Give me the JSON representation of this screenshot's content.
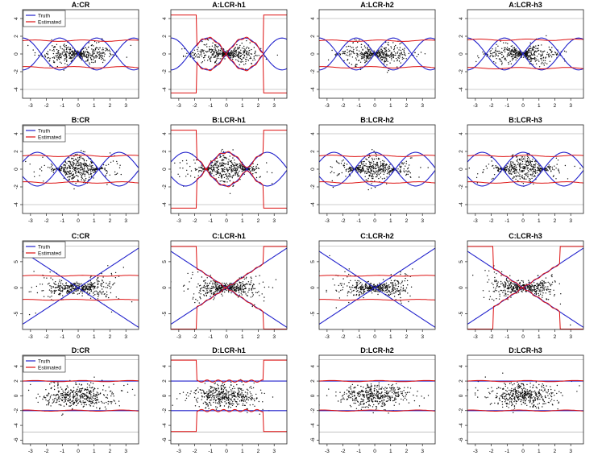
{
  "legend": {
    "truth_label": "Truth",
    "estimated_label": "Estimated",
    "truth_color": "#2222cc",
    "estimated_color": "#dd1111"
  },
  "colors": {
    "points": "#111111",
    "frame": "#222222",
    "refline": "#bbbbbb"
  },
  "chart_data": [
    {
      "type": "scatter",
      "title": "A:CR",
      "scenario": "A",
      "method": "CR",
      "truth": "sine",
      "estimated": "flat",
      "xlim": [
        -3.5,
        3.8
      ],
      "ylim": [
        -5,
        5
      ],
      "xticks": [
        "-3",
        "-2",
        "-1",
        "0",
        "1",
        "2",
        "3"
      ],
      "yticks": [
        "4",
        "2",
        "0",
        "-2",
        "-4"
      ],
      "refline": 4,
      "flat_level": 1.5,
      "show_legend": true
    },
    {
      "type": "scatter",
      "title": "A:LCR-h1",
      "scenario": "A",
      "method": "LCR-h1",
      "truth": "sine",
      "estimated": "step",
      "xlim": [
        -3.5,
        3.8
      ],
      "ylim": [
        -5,
        5
      ],
      "xticks": [
        "-3",
        "-2",
        "-1",
        "0",
        "1",
        "2",
        "3"
      ],
      "yticks": [
        "4",
        "2",
        "0",
        "-2",
        "-4"
      ],
      "refline": 4,
      "flat_level": 1.5,
      "show_legend": false
    },
    {
      "type": "scatter",
      "title": "A:LCR-h2",
      "scenario": "A",
      "method": "LCR-h2",
      "truth": "sine",
      "estimated": "flat",
      "xlim": [
        -3.5,
        3.8
      ],
      "ylim": [
        -5,
        5
      ],
      "xticks": [
        "-3",
        "-2",
        "-1",
        "0",
        "1",
        "2",
        "3"
      ],
      "yticks": [
        "4",
        "2",
        "0",
        "-2",
        "-4"
      ],
      "refline": 4,
      "flat_level": 1.5,
      "show_legend": false
    },
    {
      "type": "scatter",
      "title": "A:LCR-h3",
      "scenario": "A",
      "method": "LCR-h3",
      "truth": "sine",
      "estimated": "flat",
      "xlim": [
        -3.5,
        3.8
      ],
      "ylim": [
        -5,
        5
      ],
      "xticks": [
        "-3",
        "-2",
        "-1",
        "0",
        "1",
        "2",
        "3"
      ],
      "yticks": [
        "4",
        "2",
        "0",
        "-2",
        "-4"
      ],
      "refline": 4,
      "flat_level": 1.6,
      "show_legend": false
    },
    {
      "type": "scatter",
      "title": "B:CR",
      "scenario": "B",
      "method": "CR",
      "truth": "cos",
      "estimated": "flat",
      "xlim": [
        -3.5,
        3.8
      ],
      "ylim": [
        -5,
        5
      ],
      "xticks": [
        "-3",
        "-2",
        "-1",
        "0",
        "1",
        "2",
        "3"
      ],
      "yticks": [
        "4",
        "2",
        "0",
        "-2",
        "-4"
      ],
      "refline": 4,
      "flat_level": 1.5,
      "show_legend": true
    },
    {
      "type": "scatter",
      "title": "B:LCR-h1",
      "scenario": "B",
      "method": "LCR-h1",
      "truth": "cos",
      "estimated": "step",
      "xlim": [
        -3.5,
        3.8
      ],
      "ylim": [
        -5,
        5
      ],
      "xticks": [
        "-3",
        "-2",
        "-1",
        "0",
        "1",
        "2",
        "3"
      ],
      "yticks": [
        "4",
        "2",
        "0",
        "-2",
        "-4"
      ],
      "refline": 4,
      "flat_level": 1.5,
      "show_legend": false
    },
    {
      "type": "scatter",
      "title": "B:LCR-h2",
      "scenario": "B",
      "method": "LCR-h2",
      "truth": "cos",
      "estimated": "flat",
      "xlim": [
        -3.5,
        3.8
      ],
      "ylim": [
        -5,
        5
      ],
      "xticks": [
        "-3",
        "-2",
        "-1",
        "0",
        "1",
        "2",
        "3"
      ],
      "yticks": [
        "4",
        "2",
        "0",
        "-2",
        "-4"
      ],
      "refline": 4,
      "flat_level": 1.5,
      "show_legend": false
    },
    {
      "type": "scatter",
      "title": "B:LCR-h3",
      "scenario": "B",
      "method": "LCR-h3",
      "truth": "cos",
      "estimated": "flat",
      "xlim": [
        -3.5,
        3.8
      ],
      "ylim": [
        -5,
        5
      ],
      "xticks": [
        "-3",
        "-2",
        "-1",
        "0",
        "1",
        "2",
        "3"
      ],
      "yticks": [
        "4",
        "2",
        "0",
        "-2",
        "-4"
      ],
      "refline": 4,
      "flat_level": 1.5,
      "show_legend": false
    },
    {
      "type": "scatter",
      "title": "C:CR",
      "scenario": "C",
      "method": "CR",
      "truth": "linear",
      "estimated": "flat",
      "xlim": [
        -3.5,
        3.8
      ],
      "ylim": [
        -8,
        9
      ],
      "xticks": [
        "-3",
        "-2",
        "-1",
        "0",
        "1",
        "2",
        "3"
      ],
      "yticks": [
        "5",
        "0",
        "-5"
      ],
      "refline": 8,
      "flat_level": 2.3,
      "show_legend": true
    },
    {
      "type": "scatter",
      "title": "C:LCR-h1",
      "scenario": "C",
      "method": "LCR-h1",
      "truth": "linear",
      "estimated": "step",
      "xlim": [
        -3.5,
        3.8
      ],
      "ylim": [
        -8,
        9
      ],
      "xticks": [
        "-3",
        "-2",
        "-1",
        "0",
        "1",
        "2",
        "3"
      ],
      "yticks": [
        "5",
        "0",
        "-5"
      ],
      "refline": 8,
      "flat_level": 2.3,
      "show_legend": false
    },
    {
      "type": "scatter",
      "title": "C:LCR-h2",
      "scenario": "C",
      "method": "LCR-h2",
      "truth": "linear",
      "estimated": "flat",
      "xlim": [
        -3.5,
        3.8
      ],
      "ylim": [
        -8,
        9
      ],
      "xticks": [
        "-3",
        "-2",
        "-1",
        "0",
        "1",
        "2",
        "3"
      ],
      "yticks": [
        "5",
        "0",
        "-5"
      ],
      "refline": 8,
      "flat_level": 2.3,
      "show_legend": false
    },
    {
      "type": "scatter",
      "title": "C:LCR-h3",
      "scenario": "C",
      "method": "LCR-h3",
      "truth": "linear",
      "estimated": "step",
      "xlim": [
        -3.5,
        3.8
      ],
      "ylim": [
        -8,
        9
      ],
      "xticks": [
        "-3",
        "-2",
        "-1",
        "0",
        "1",
        "2",
        "3"
      ],
      "yticks": [
        "5",
        "0",
        "-5"
      ],
      "refline": 8,
      "flat_level": 2.3,
      "show_legend": false
    },
    {
      "type": "scatter",
      "title": "D:CR",
      "scenario": "D",
      "method": "CR",
      "truth": "const",
      "estimated": "flat",
      "xlim": [
        -3.5,
        3.8
      ],
      "ylim": [
        -6.5,
        5.5
      ],
      "xticks": [
        "-3",
        "-2",
        "-1",
        "0",
        "1",
        "2",
        "3"
      ],
      "yticks": [
        "4",
        "2",
        "0",
        "-2",
        "-4",
        "-6"
      ],
      "refline": 4.9,
      "flat_level": 2,
      "show_legend": true
    },
    {
      "type": "scatter",
      "title": "D:LCR-h1",
      "scenario": "D",
      "method": "LCR-h1",
      "truth": "const",
      "estimated": "step",
      "xlim": [
        -3.5,
        3.8
      ],
      "ylim": [
        -6.5,
        5.5
      ],
      "xticks": [
        "-3",
        "-2",
        "-1",
        "0",
        "1",
        "2",
        "3"
      ],
      "yticks": [
        "4",
        "2",
        "0",
        "-2",
        "-4",
        "-6"
      ],
      "refline": 4.9,
      "flat_level": 2,
      "show_legend": false
    },
    {
      "type": "scatter",
      "title": "D:LCR-h2",
      "scenario": "D",
      "method": "LCR-h2",
      "truth": "const",
      "estimated": "flat",
      "xlim": [
        -3.5,
        3.8
      ],
      "ylim": [
        -6.5,
        5.5
      ],
      "xticks": [
        "-3",
        "-2",
        "-1",
        "0",
        "1",
        "2",
        "3"
      ],
      "yticks": [
        "4",
        "2",
        "0",
        "-2",
        "-4",
        "-6"
      ],
      "refline": 4.9,
      "flat_level": 2,
      "show_legend": false
    },
    {
      "type": "scatter",
      "title": "D:LCR-h3",
      "scenario": "D",
      "method": "LCR-h3",
      "truth": "const",
      "estimated": "flat",
      "xlim": [
        -3.5,
        3.8
      ],
      "ylim": [
        -6.5,
        5.5
      ],
      "xticks": [
        "-3",
        "-2",
        "-1",
        "0",
        "1",
        "2",
        "3"
      ],
      "yticks": [
        "4",
        "2",
        "0",
        "-2",
        "-4",
        "-6"
      ],
      "refline": 4.9,
      "flat_level": 2,
      "show_legend": false
    }
  ]
}
